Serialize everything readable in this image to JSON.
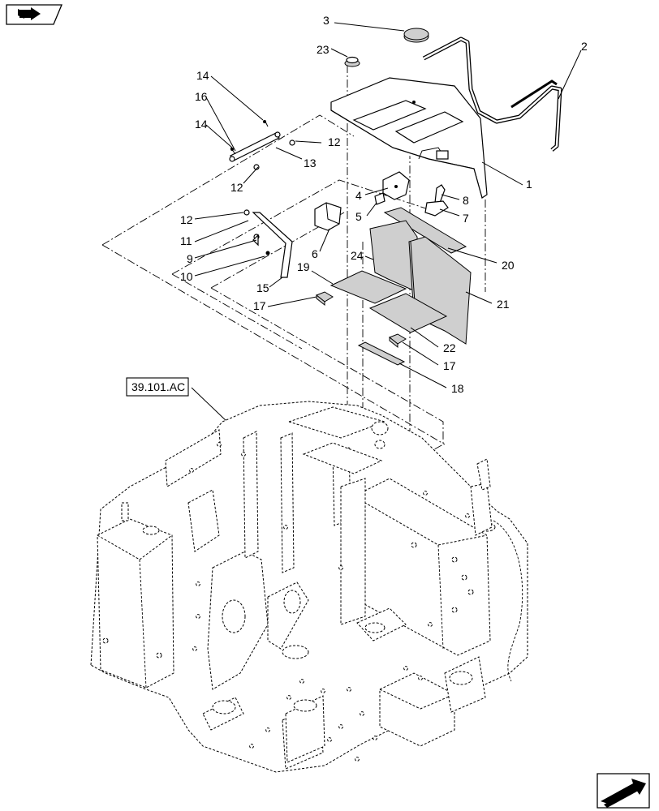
{
  "diagram": {
    "reference_label": "39.101.AC",
    "callouts": [
      "1",
      "2",
      "3",
      "4",
      "5",
      "6",
      "7",
      "8",
      "9",
      "10",
      "11",
      "12",
      "12",
      "12",
      "13",
      "14",
      "14",
      "15",
      "16",
      "17",
      "17",
      "18",
      "19",
      "20",
      "21",
      "22",
      "23",
      "24"
    ]
  },
  "icons": {
    "top_left": "book-arrow-icon",
    "bottom_right": "next-page-arrow-icon"
  }
}
